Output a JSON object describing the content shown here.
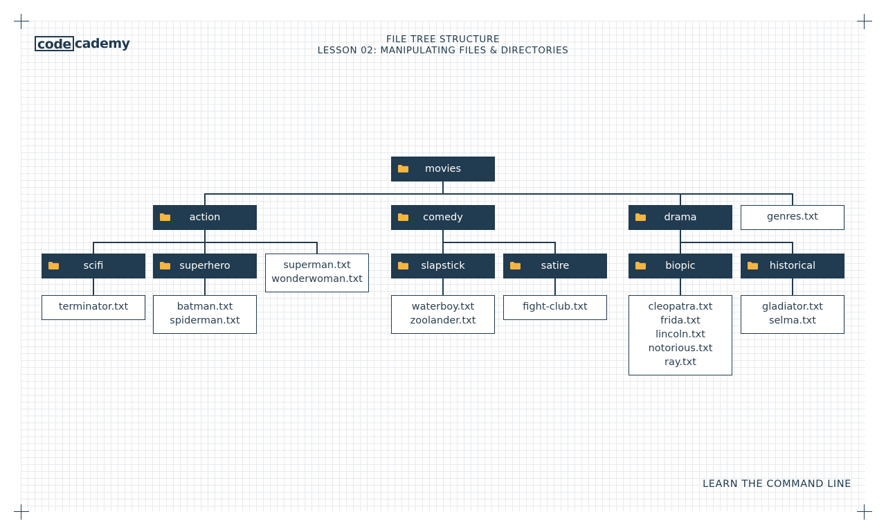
{
  "brand": {
    "logo_boxed": "code",
    "logo_rest": "cademy"
  },
  "header": {
    "title": "FILE TREE STRUCTURE",
    "subtitle": "LESSON 02: MANIPULATING FILES & DIRECTORIES"
  },
  "footer": {
    "text": "LEARN THE COMMAND LINE"
  },
  "colors": {
    "folder_fill": "#213b50",
    "folder_icon": "#f5b53f",
    "lines": "#213b50",
    "text": "#1f3a4f"
  },
  "tree": {
    "root": "movies",
    "level1": {
      "action": "action",
      "comedy": "comedy",
      "drama": "drama",
      "genres_file": "genres.txt"
    },
    "level2": {
      "scifi": "scifi",
      "superhero": "superhero",
      "action_files": [
        "superman.txt",
        "wonderwoman.txt"
      ],
      "slapstick": "slapstick",
      "satire": "satire",
      "biopic": "biopic",
      "historical": "historical"
    },
    "level3": {
      "scifi_files": [
        "terminator.txt"
      ],
      "superhero_files": [
        "batman.txt",
        "spiderman.txt"
      ],
      "slapstick_files": [
        "waterboy.txt",
        "zoolander.txt"
      ],
      "satire_files": [
        "fight-club.txt"
      ],
      "biopic_files": [
        "cleopatra.txt",
        "frida.txt",
        "lincoln.txt",
        "notorious.txt",
        "ray.txt"
      ],
      "historical_files": [
        "gladiator.txt",
        "selma.txt"
      ]
    }
  }
}
